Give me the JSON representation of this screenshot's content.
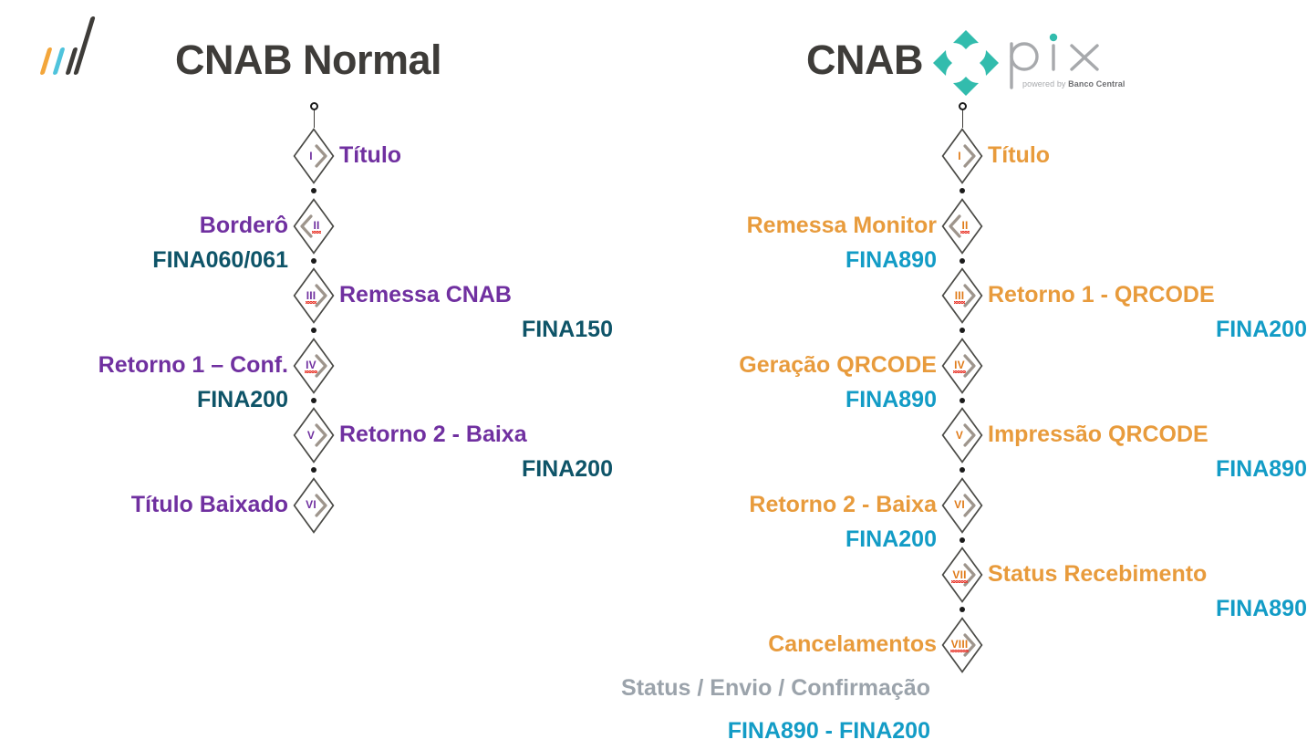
{
  "brand": {
    "logo_icon": "three-slashes-logo",
    "logo_colors": [
      "#F3A63B",
      "#4FC3DC",
      "#3E3C39"
    ]
  },
  "colors": {
    "dark": "#3E3C39",
    "purple": "#7030A0",
    "teal": "#0E5468",
    "orange": "#E89B3C",
    "blue": "#139CC6",
    "gray": "#9BA3AB",
    "pix_teal": "#32BCAD",
    "squiggle_red": "#E8372B"
  },
  "left": {
    "title": "CNAB Normal",
    "nodes": [
      {
        "numeral": "I",
        "label": "Título",
        "side": "right",
        "chevron": "right",
        "squiggle": false,
        "fina": null
      },
      {
        "numeral": "II",
        "label": "Borderô",
        "side": "left",
        "chevron": "left",
        "squiggle": true,
        "fina": "FINA060/061"
      },
      {
        "numeral": "III",
        "label": "Remessa CNAB",
        "side": "right",
        "chevron": "right",
        "squiggle": true,
        "fina": "FINA150"
      },
      {
        "numeral": "IV",
        "label": "Retorno 1 – Conf.",
        "side": "left",
        "chevron": "right",
        "squiggle": true,
        "fina": "FINA200"
      },
      {
        "numeral": "V",
        "label": "Retorno 2 - Baixa",
        "side": "right",
        "chevron": "right",
        "squiggle": false,
        "fina": "FINA200"
      },
      {
        "numeral": "VI",
        "label": "Título Baixado",
        "side": "left",
        "chevron": "right",
        "squiggle": false,
        "fina": null
      }
    ]
  },
  "right": {
    "title": "CNAB",
    "pix": {
      "wordmark": "pix",
      "powered_prefix": "powered by ",
      "powered_brand": "Banco Central"
    },
    "nodes": [
      {
        "numeral": "I",
        "label": "Título",
        "side": "right",
        "chevron": "right",
        "squiggle": false,
        "fina": null
      },
      {
        "numeral": "II",
        "label": "Remessa Monitor",
        "side": "left",
        "chevron": "left",
        "squiggle": true,
        "fina": "FINA890"
      },
      {
        "numeral": "III",
        "label": "Retorno 1 - QRCODE",
        "side": "right",
        "chevron": "right",
        "squiggle": true,
        "fina": "FINA200"
      },
      {
        "numeral": "IV",
        "label": "Geração QRCODE",
        "side": "left",
        "chevron": "right",
        "squiggle": true,
        "fina": "FINA890"
      },
      {
        "numeral": "V",
        "label": "Impressão QRCODE",
        "side": "right",
        "chevron": "right",
        "squiggle": false,
        "fina": "FINA890"
      },
      {
        "numeral": "VI",
        "label": "Retorno 2 - Baixa",
        "side": "left",
        "chevron": "right",
        "squiggle": false,
        "fina": "FINA200"
      },
      {
        "numeral": "VII",
        "label": "Status Recebimento",
        "side": "right",
        "chevron": "right",
        "squiggle": true,
        "fina": "FINA890"
      },
      {
        "numeral": "VIII",
        "label": "Cancelamentos",
        "side": "left",
        "chevron": "right",
        "squiggle": true,
        "fina": null
      }
    ],
    "footer": {
      "note": "Status / Envio / Confirmação",
      "fina": "FINA890 - FINA200"
    }
  }
}
